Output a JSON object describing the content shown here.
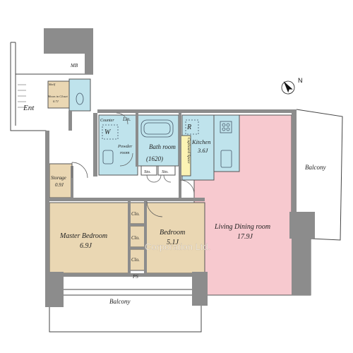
{
  "compass": {
    "label": "N"
  },
  "rooms": {
    "mb": "MB",
    "entrance": "Ent",
    "shelf": "Shelf",
    "shoes_closet": "Shoes in Closet",
    "shoes_closet_size": "0.7J",
    "counter": "Counter",
    "linen": "Lin.",
    "washer": "W",
    "powder_room": "Powder room",
    "bath_room": "Bath room",
    "bath_room_size": "(1620)",
    "refrigerator": "R",
    "kitchen": "Kitchen",
    "kitchen_size": "3.6J",
    "cupboard_space": "Cupboard Space",
    "storage_left": "Sto.",
    "storage_right": "Sto.",
    "storage": "Storage",
    "storage_size": "0.9J",
    "master_bedroom": "Master Bedroom",
    "master_bedroom_size": "6.9J",
    "closet_1": "Clo.",
    "closet_2": "Clo.",
    "closet_3": "Clo.",
    "pipe_space": "PS",
    "bedroom": "Bedroom",
    "bedroom_size": "5.1J",
    "living_dining": "Living Dining room",
    "living_dining_size": "17.9J",
    "balcony_right": "Balcony",
    "balcony_bottom": "Balcony"
  },
  "watermark": "Corporation Ltd.",
  "colors": {
    "wall": "#8c8c8c",
    "ldk_floor": "#f7c9cf",
    "bedroom_floor": "#ead7b3",
    "wet_area": "#bfe3ec",
    "outline": "#333333"
  }
}
